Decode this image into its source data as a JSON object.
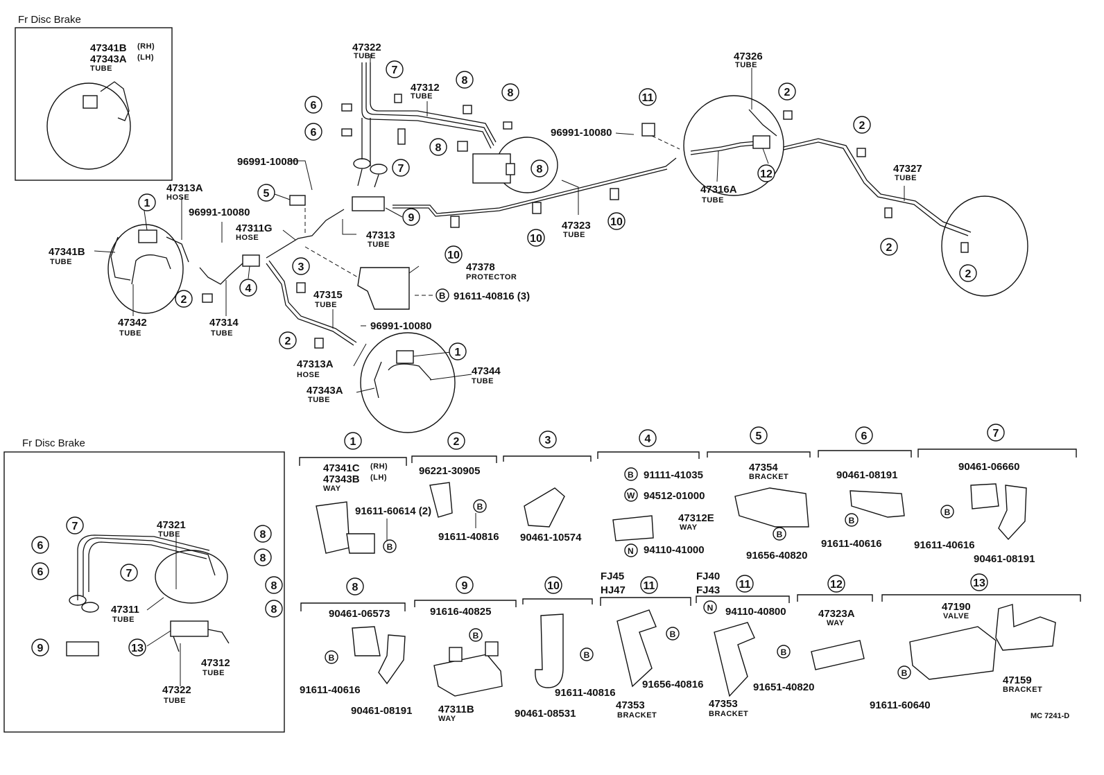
{
  "insets": {
    "top_title": "Fr Disc Brake",
    "bottom_title": "Fr Disc Brake",
    "top_labels": {
      "pn1": "47341B",
      "pn1_side": "(RH)",
      "pn2": "47343A",
      "pn2_side": "(LH)",
      "sub": "TUBE"
    },
    "bottom_labels": {
      "p47321": "47321",
      "p47321_sub": "TUBE",
      "p47311": "47311",
      "p47311_sub": "TUBE",
      "p47312": "47312",
      "p47312_sub": "TUBE",
      "p47322": "47322",
      "p47322_sub": "TUBE",
      "c7a": "7",
      "c7b": "7",
      "c6a": "6",
      "c6b": "6",
      "c8a": "8",
      "c8b": "8",
      "c8c": "8",
      "c8d": "8",
      "c9": "9",
      "c13": "13"
    }
  },
  "main": {
    "p47322": "47322",
    "p47322_sub": "TUBE",
    "p47312": "47312",
    "p47312_sub": "TUBE",
    "p47326": "47326",
    "p47326_sub": "TUBE",
    "p47327": "47327",
    "p47327_sub": "TUBE",
    "p47316A": "47316A",
    "p47316A_sub": "TUBE",
    "p47323": "47323",
    "p47323_sub": "TUBE",
    "p47313": "47313",
    "p47313_sub": "TUBE",
    "p47313A_top": "47313A",
    "p47313A_top_sub": "HOSE",
    "p47311G": "47311G",
    "p47311G_sub": "HOSE",
    "p47341B": "47341B",
    "p47341B_sub": "TUBE",
    "p47342": "47342",
    "p47342_sub": "TUBE",
    "p47314": "47314",
    "p47314_sub": "TUBE",
    "p47315": "47315",
    "p47315_sub": "TUBE",
    "p47378": "47378",
    "p47378_sub": "PROTECTOR",
    "b91611": "91611-40816 (3)",
    "p47313A_bot": "47313A",
    "p47313A_bot_sub": "HOSE",
    "p47343A": "47343A",
    "p47343A_sub": "TUBE",
    "p47344": "47344",
    "p47344_sub": "TUBE",
    "clip1": "96991-10080",
    "clip2": "96991-10080",
    "clip3": "96991-10080",
    "clip4": "96991-10080",
    "letter_b": "B",
    "callouts": [
      "7",
      "6",
      "6",
      "8",
      "8",
      "8",
      "7",
      "8",
      "11",
      "2",
      "2",
      "2",
      "2",
      "12",
      "9",
      "10",
      "10",
      "10",
      "5",
      "1",
      "3",
      "4",
      "2",
      "2",
      "1"
    ]
  },
  "detail_panels": {
    "p1": {
      "num": "1",
      "a": "47341C",
      "a_side": "(RH)",
      "b": "47343B",
      "b_side": "(LH)",
      "sub": "WAY",
      "bolt": "91611-60614 (2)",
      "b_letter": "B"
    },
    "p2": {
      "num": "2",
      "a": "96221-30905",
      "bolt": "91611-40816",
      "b_letter": "B"
    },
    "p3": {
      "num": "3",
      "a": "90461-10574"
    },
    "p4": {
      "num": "4",
      "b1": "91111-41035",
      "w1": "94512-01000",
      "way": "47312E",
      "way_sub": "WAY",
      "n1": "94110-41000",
      "l_b": "B",
      "l_w": "W",
      "l_n": "N"
    },
    "p5": {
      "num": "5",
      "a": "47354",
      "sub": "BRACKET",
      "bolt": "91656-40820",
      "b_letter": "B"
    },
    "p6": {
      "num": "6",
      "a": "90461-08191",
      "bolt": "91611-40616",
      "b_letter": "B"
    },
    "p7": {
      "num": "7",
      "a": "90461-06660",
      "bolt": "91611-40616",
      "c": "90461-08191",
      "b_letter": "B"
    },
    "p8": {
      "num": "8",
      "a": "90461-06573",
      "bolt": "91611-40616",
      "c": "90461-08191",
      "b_letter": "B"
    },
    "p9": {
      "num": "9",
      "a": "91616-40825",
      "way": "47311B",
      "way_sub": "WAY",
      "b_letter": "B"
    },
    "p10": {
      "num": "10",
      "bolt": "91611-40816",
      "c": "90461-08531",
      "b_letter": "B"
    },
    "p11a": {
      "num": "11",
      "model1": "FJ45",
      "model2": "HJ47",
      "bolt": "91656-40816",
      "br": "47353",
      "br_sub": "BRACKET",
      "b_letter": "B"
    },
    "p11b": {
      "num": "11",
      "model1": "FJ40",
      "model2": "FJ43",
      "nut": "94110-40800",
      "bolt": "91651-40820",
      "br": "47353",
      "br_sub": "BRACKET",
      "b_letter": "B",
      "n_letter": "N"
    },
    "p12": {
      "num": "12",
      "a": "47323A",
      "sub": "WAY"
    },
    "p13": {
      "num": "13",
      "valve": "47190",
      "valve_sub": "VALVE",
      "br": "47159",
      "br_sub": "BRACKET",
      "bolt": "91611-60640",
      "b_letter": "B"
    }
  },
  "footer_code": "MC  7241-D"
}
